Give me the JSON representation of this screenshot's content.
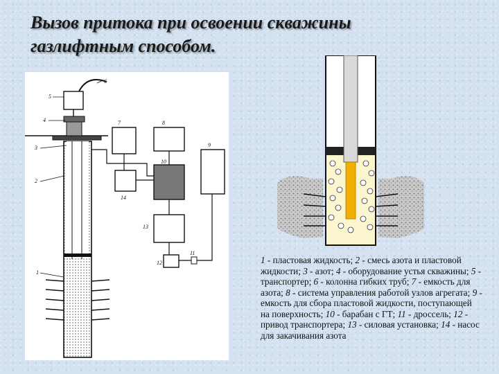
{
  "slide": {
    "title_line1": "Вызов притока при освоении скважины",
    "title_line2": "газлифтным способом."
  },
  "scheme": {
    "callouts": [
      "1",
      "2",
      "3",
      "4",
      "5",
      "6",
      "7",
      "8",
      "9",
      "10",
      "11",
      "12",
      "13",
      "14"
    ]
  },
  "legend": {
    "items": [
      {
        "num": "1",
        "text": " - пластовая жидкость; "
      },
      {
        "num": "2",
        "text": " - смесь азота и пластовой жидкости; "
      },
      {
        "num": "3",
        "text": " - азот; "
      },
      {
        "num": "4",
        "text": " - оборудование устья скважины; "
      },
      {
        "num": "5",
        "text": " - транспортер; "
      },
      {
        "num": "6",
        "text": " - колонна гибких труб; "
      },
      {
        "num": "7",
        "text": " - емкость для азота; "
      },
      {
        "num": "8",
        "text": " - система управления работой узлов агрегата; "
      },
      {
        "num": "9",
        "text": " - емкость для сбора пластовой жидкости, поступающей на поверхность; "
      },
      {
        "num": "10",
        "text": " - барабан с ГТ; "
      },
      {
        "num": "11",
        "text": " - дроссель; "
      },
      {
        "num": "12",
        "text": " - привод транспортера; "
      },
      {
        "num": "13",
        "text": " - силовая установка; "
      },
      {
        "num": "14",
        "text": " - насос для закачивания азота"
      }
    ]
  },
  "colors": {
    "background": "#d3e1f0",
    "tubing": "#d9d9d9",
    "nitrogen_core": "#f0b000",
    "fluid_mix": "#fbf6cf",
    "packer": "#222222",
    "formation": "#b8b8b8"
  }
}
